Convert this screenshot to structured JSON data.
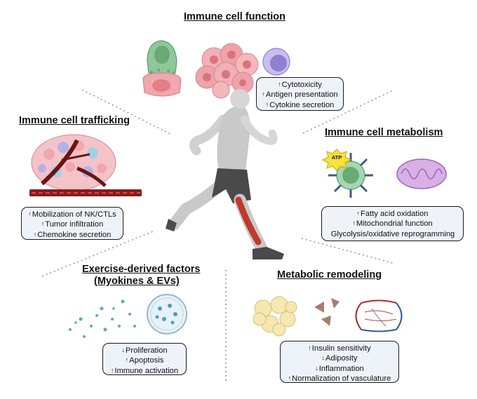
{
  "sections": {
    "function": {
      "title": "Immune cell function",
      "effects": [
        {
          "arrow": "↑",
          "text": "Cytotoxicity"
        },
        {
          "arrow": "↑",
          "text": "Antigen presentation"
        },
        {
          "arrow": "↑",
          "text": "Cytokine secretion"
        }
      ]
    },
    "trafficking": {
      "title": "Immune cell trafficking",
      "effects": [
        {
          "arrow": "↑",
          "text": "Mobilization of NK/CTLs"
        },
        {
          "arrow": "↑",
          "text": "Tumor infiltration"
        },
        {
          "arrow": "↑",
          "text": "Chemokine secretion"
        }
      ]
    },
    "metabolism": {
      "title": "Immune cell metabolism",
      "atp_label": "ATP",
      "effects": [
        {
          "arrow": "↑",
          "text": "Fatty acid oxidation"
        },
        {
          "arrow": "↑",
          "text": "Mitochondrial function"
        },
        {
          "arrow": "",
          "text": "Glycolysis/oxidative reprogramming"
        }
      ]
    },
    "factors": {
      "title_line1": "Exercise-derived factors",
      "title_line2": "(Myokines & EVs)",
      "effects": [
        {
          "arrow": "↓",
          "text": "Proliferation"
        },
        {
          "arrow": "↑",
          "text": "Apoptosis"
        },
        {
          "arrow": "↑",
          "text": "Immune activation"
        }
      ]
    },
    "remodeling": {
      "title": "Metabolic remodeling",
      "effects": [
        {
          "arrow": "↑",
          "text": "Insulin sensitivity"
        },
        {
          "arrow": "↓",
          "text": "Adiposity"
        },
        {
          "arrow": "↓",
          "text": "Inflammation"
        },
        {
          "arrow": "↑",
          "text": "Normalization of vasculature"
        }
      ]
    }
  },
  "colors": {
    "box_fill": "#eef3f9",
    "muscle": "#c0392b",
    "tumor": "#e8a0a6",
    "cell_green": "#8fc79a",
    "cell_purple": "#b9a7e0",
    "vessel": "#8b1a1a",
    "shirt": "#c9c9c9",
    "shorts": "#4a4a4a",
    "fat": "#f5e3a6"
  }
}
